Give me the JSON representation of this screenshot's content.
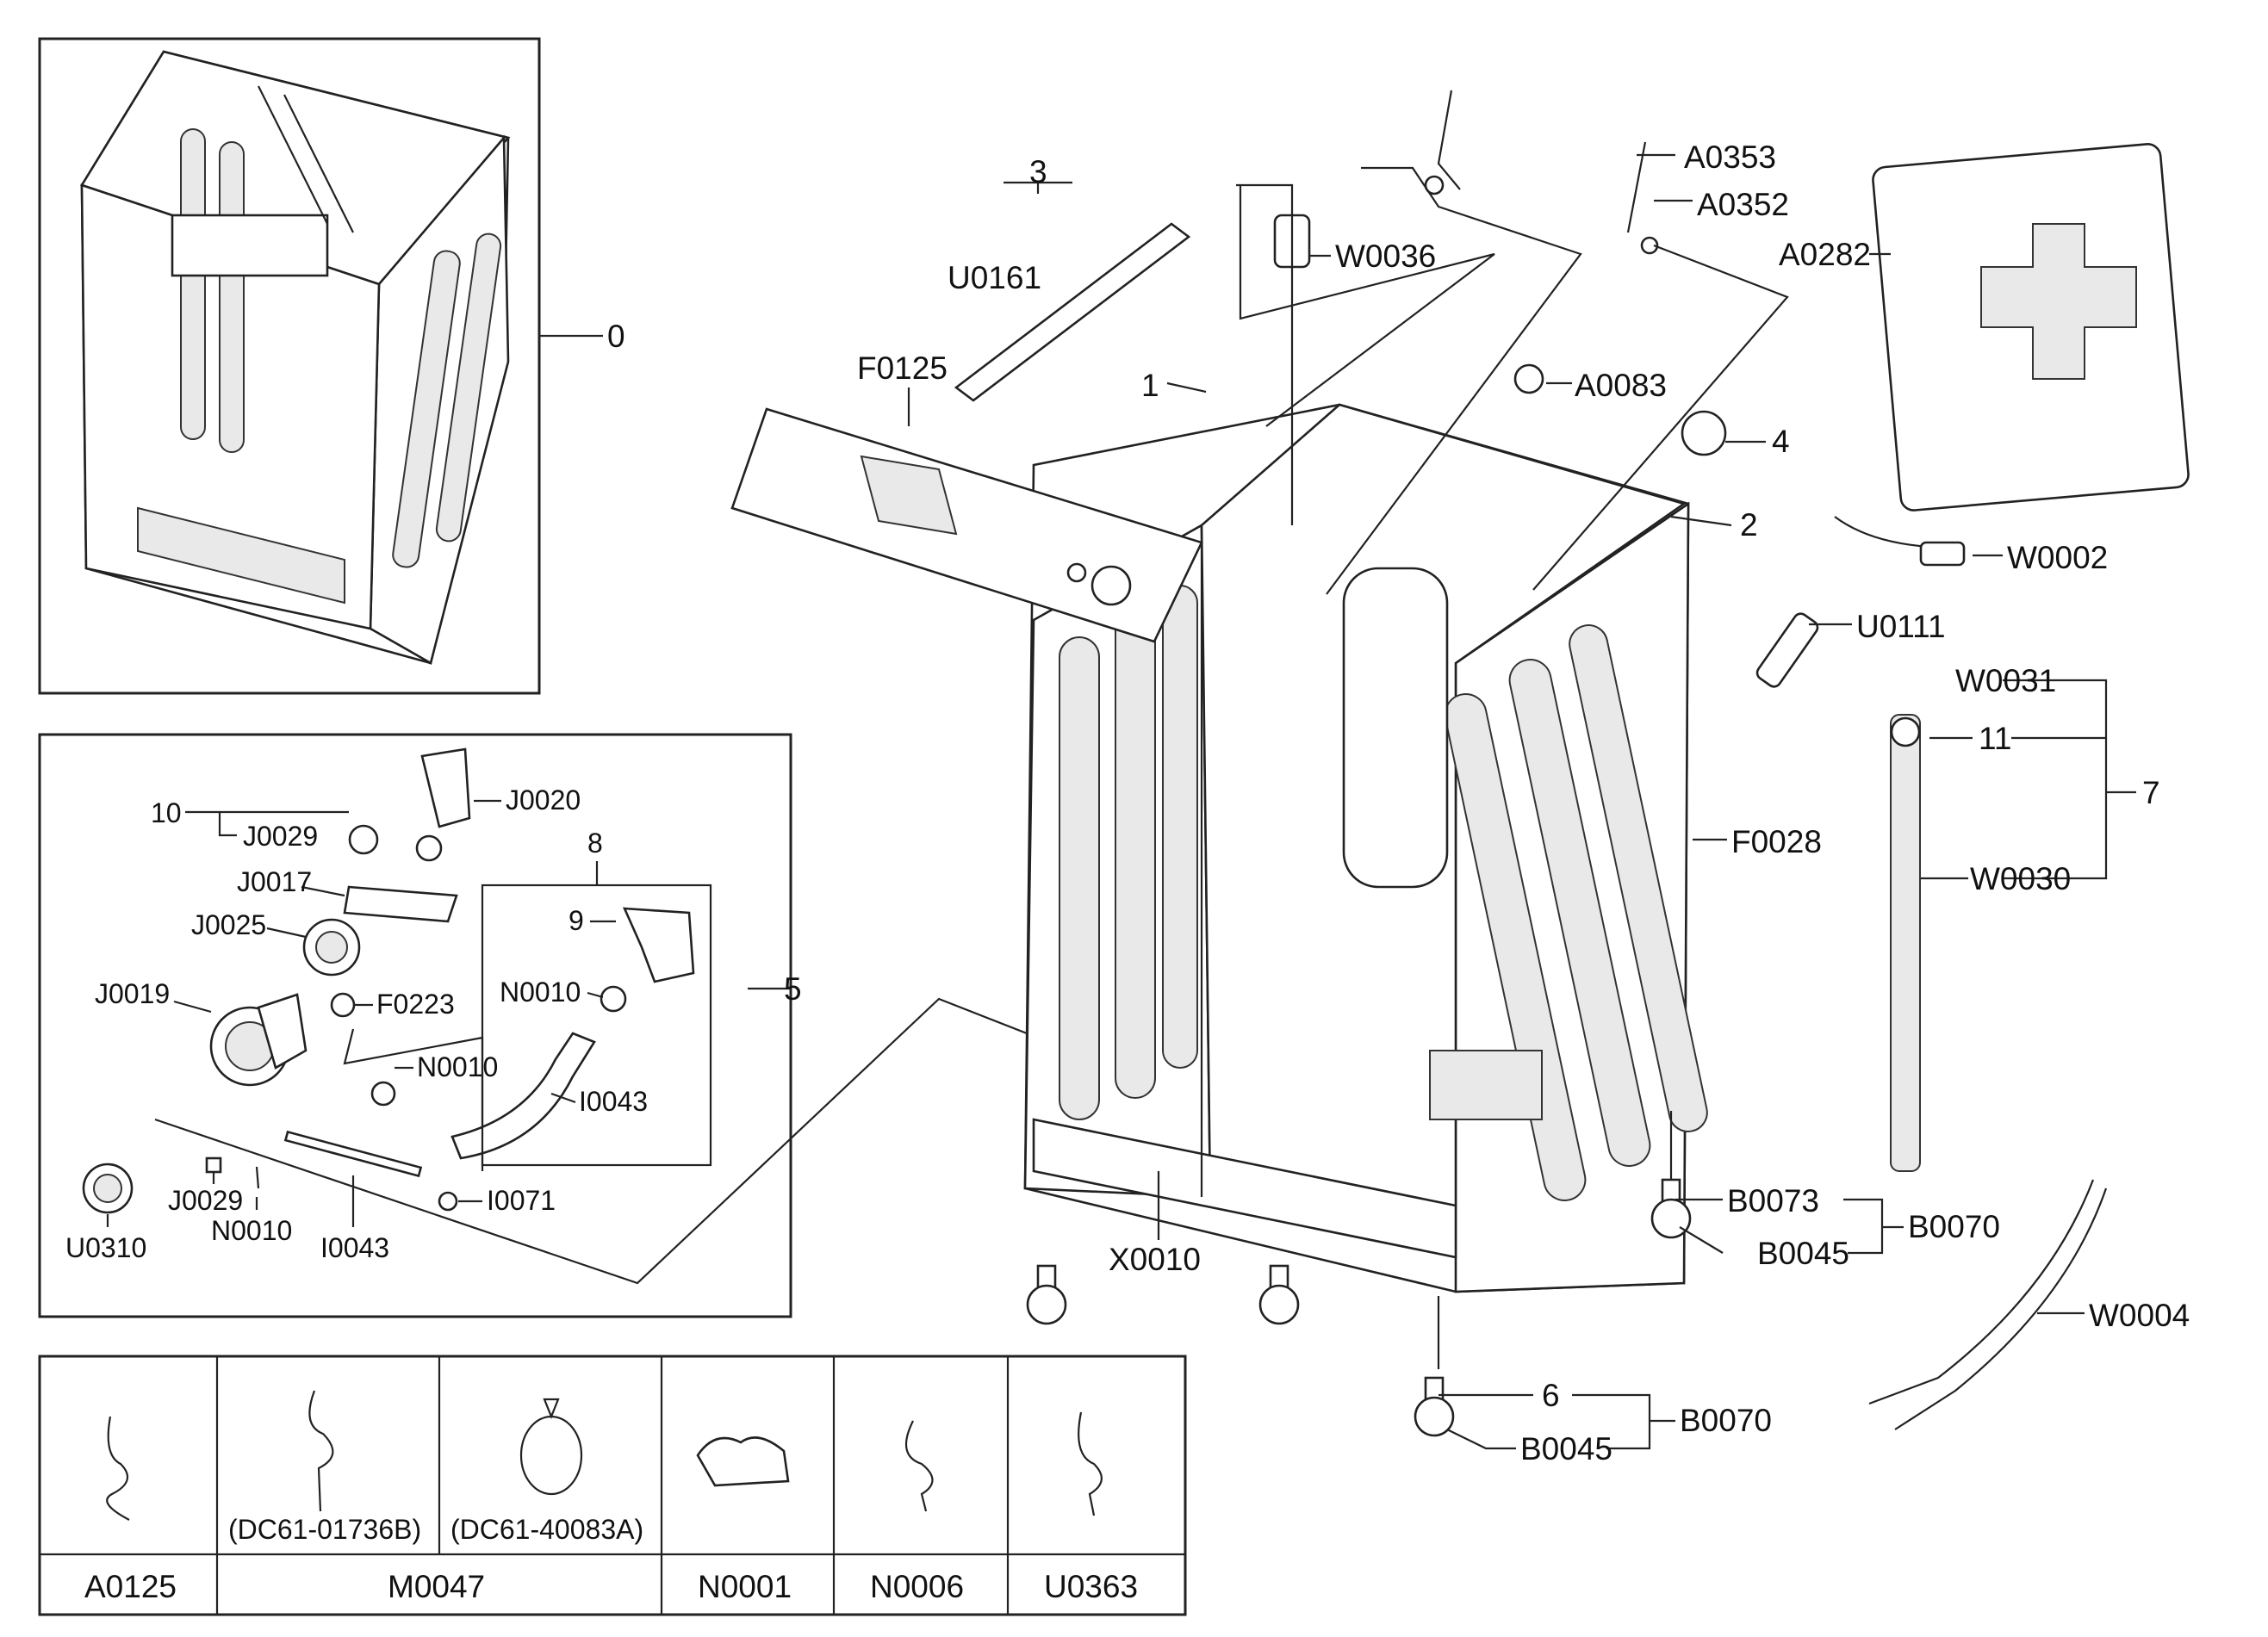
{
  "diagram": {
    "labels": {
      "l0": "0",
      "l1": "1",
      "l2": "2",
      "l3": "3",
      "l4": "4",
      "l5": "5",
      "l6": "6",
      "l7": "7",
      "l8": "8",
      "l9": "9",
      "l10": "10",
      "l11": "11",
      "u0161": "U0161",
      "f0125": "F0125",
      "w0036": "W0036",
      "a0353": "A0353",
      "a0352": "A0352",
      "a0282": "A0282",
      "a0083": "A0083",
      "w0002": "W0002",
      "u0111": "U0111",
      "w0031": "W0031",
      "w0030": "W0030",
      "f0028": "F0028",
      "b0073": "B0073",
      "b0070a": "B0070",
      "b0045a": "B0045",
      "b0070b": "B0070",
      "b0045b": "B0045",
      "w0004": "W0004",
      "x0010": "X0010",
      "j0020": "J0020",
      "j0029a": "J0029",
      "j0017": "J0017",
      "j0025": "J0025",
      "j0019": "J0019",
      "f0223": "F0223",
      "n0010a": "N0010",
      "n0010b": "N0010",
      "i0043a": "I0043",
      "j0029b": "J0029",
      "n0010c": "N0010",
      "i0071": "I0071",
      "u0310": "U0310",
      "i0043b": "I0043"
    },
    "table": {
      "notes": [
        "(DC61-01736B)",
        "(DC61-40083A)"
      ],
      "codes": [
        "A0125",
        "M0047",
        "N0001",
        "N0006",
        "U0363"
      ]
    }
  }
}
